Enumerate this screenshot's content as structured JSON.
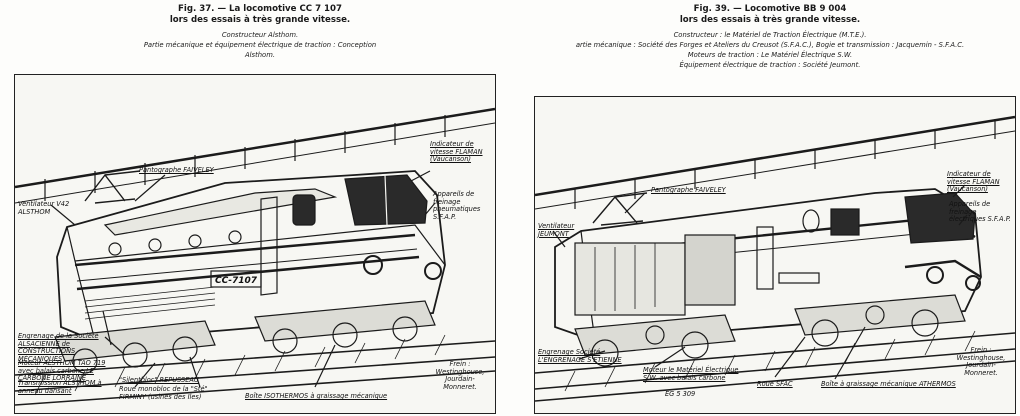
{
  "left": {
    "fig_title": "Fig. 37. — La locomotive CC 7 107",
    "fig_subtitle": "lors des essais à très grande vitesse.",
    "builder": "Constructeur Alsthom.",
    "credit": "Partie mécanique et équipement électrique de traction : Conception Alsthom.",
    "number_plate": "CC-7107",
    "labels": {
      "pantograph": "Pantographe FAIVELEY",
      "fan": "Ventilateur V42 ALSTHOM",
      "speed": "Indicateur de vitesse FLAMAN (Vaucanson)",
      "devices": "Appareils de freinage pneumatiques S.F.A.P.",
      "gear": "Engrenage de la Société ALSACIENNE de CONSTRUCTIONS MÉCANIQUES",
      "motor": "Moteur ALSTHOM TAO 719 avec balais carbone LE CARBONE LORRAINE",
      "transmission": "Transmission ALSTHOM à anneau dansant",
      "silentbloc": "\"Silentbloc\" REPUSSEAU",
      "wheel": "Roue monobloc de la \"Sté\" FIRMINY (usines des Iles)",
      "axlebox": "Boîte ISOTHERMOS à graissage mécanique",
      "brake": "Frein : Westinghouse, Jourdain-Monneret."
    }
  },
  "right": {
    "fig_title": "Fig. 39. — Locomotive BB 9 004",
    "fig_subtitle": "lors des essais à très grande vitesse.",
    "credits": [
      "Constructeur : le Matériel de Traction Électrique (M.T.E.).",
      "artie mécanique : Société des Forges et Ateliers du Creusot (S.F.A.C.), Bogie et transmission : Jacquemin - S.F.A.C.",
      "Moteurs de traction : Le Matériel Électrique S.W.",
      "Équipement électrique de traction : Société Jeumont."
    ],
    "labels": {
      "pantograph": "Pantographe FAIVELEY",
      "fan": "Ventilateur JEUMONT",
      "speed": "Indicateur de vitesse FLAMAN (Vaucanson)",
      "devices": "Appareils de freinage électriques S.F.A.P.",
      "gear": "Engrenage Société L'ENGRENAGE S'ETIENNE",
      "motor": "Moteur le Matériel Électrique S.W. avec balais carbone",
      "motor_ref": "EG 5 309",
      "wheel": "Roue SFAC",
      "axlebox": "Boîte à graissage mécanique ATHERMOS",
      "brake": "Frein : Westinghouse, Jourdain-Monneret."
    }
  }
}
